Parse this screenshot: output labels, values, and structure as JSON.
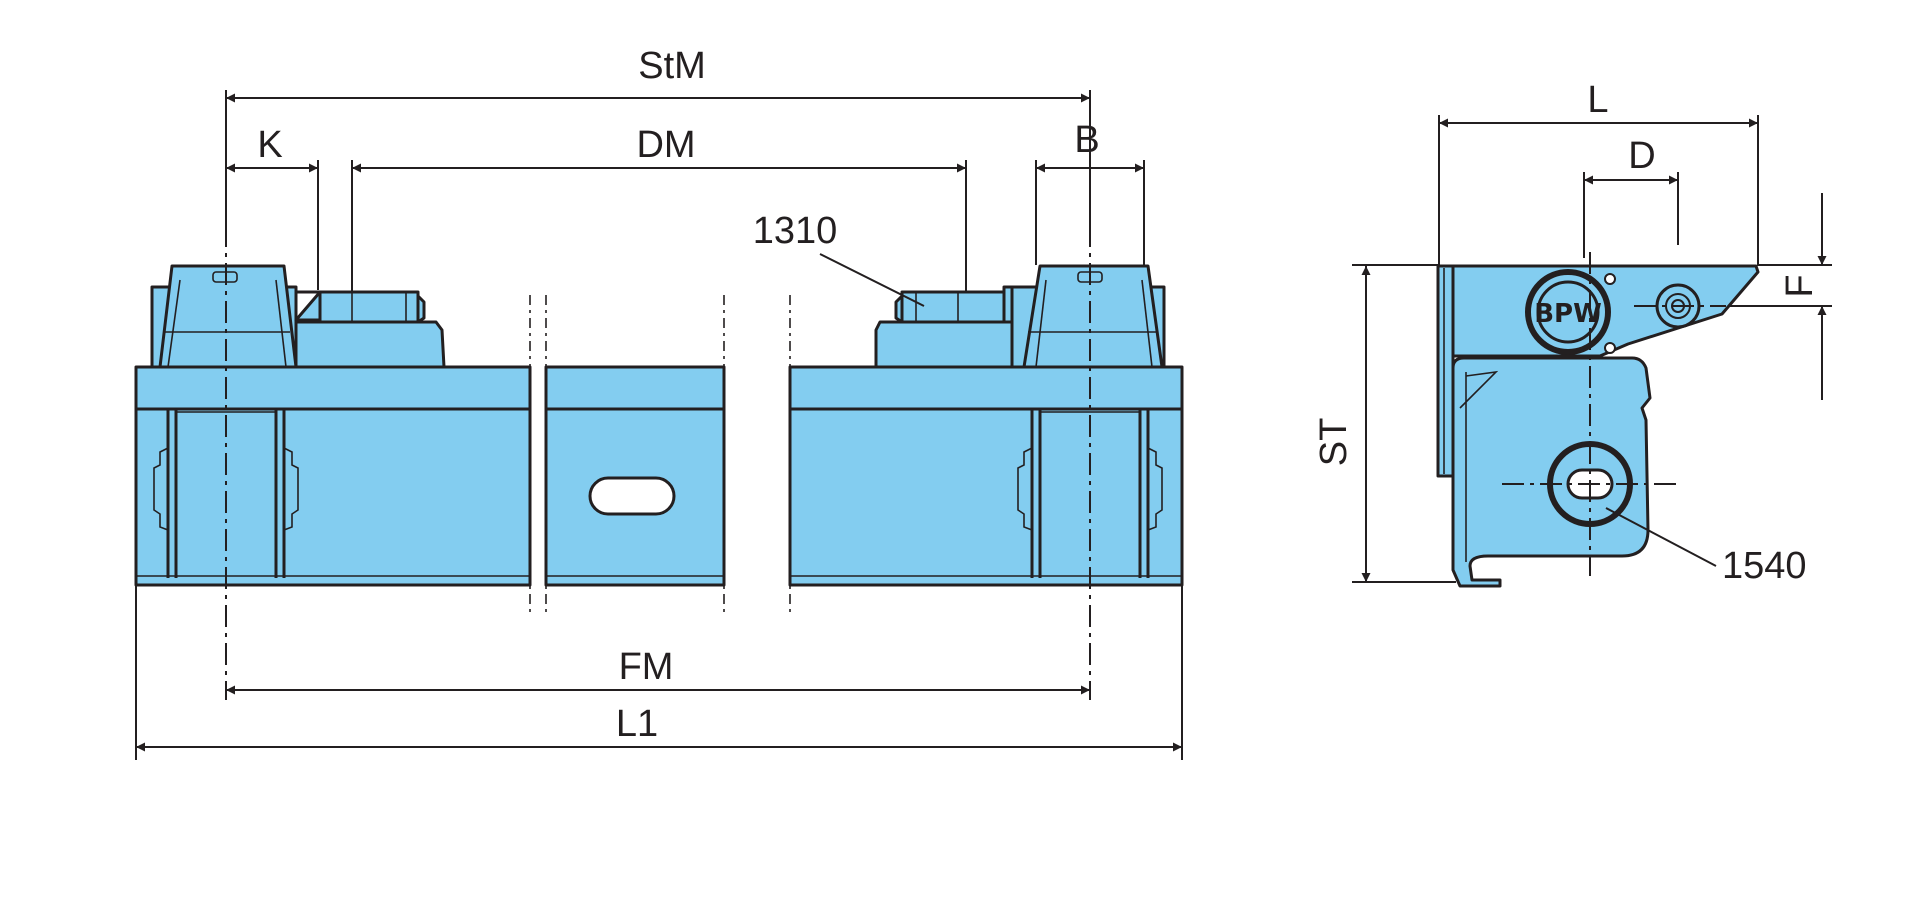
{
  "colors": {
    "fill": "#83cdf0",
    "line": "#231f20",
    "background": "#ffffff"
  },
  "dimensions": {
    "stm": "StM",
    "k": "K",
    "dm": "DM",
    "b": "B",
    "fm": "FM",
    "l1": "L1",
    "l": "L",
    "d": "D",
    "f": "F",
    "st": "ST"
  },
  "callouts": {
    "part_1310": "1310",
    "part_1540": "1540"
  },
  "logo_text": "BPW"
}
